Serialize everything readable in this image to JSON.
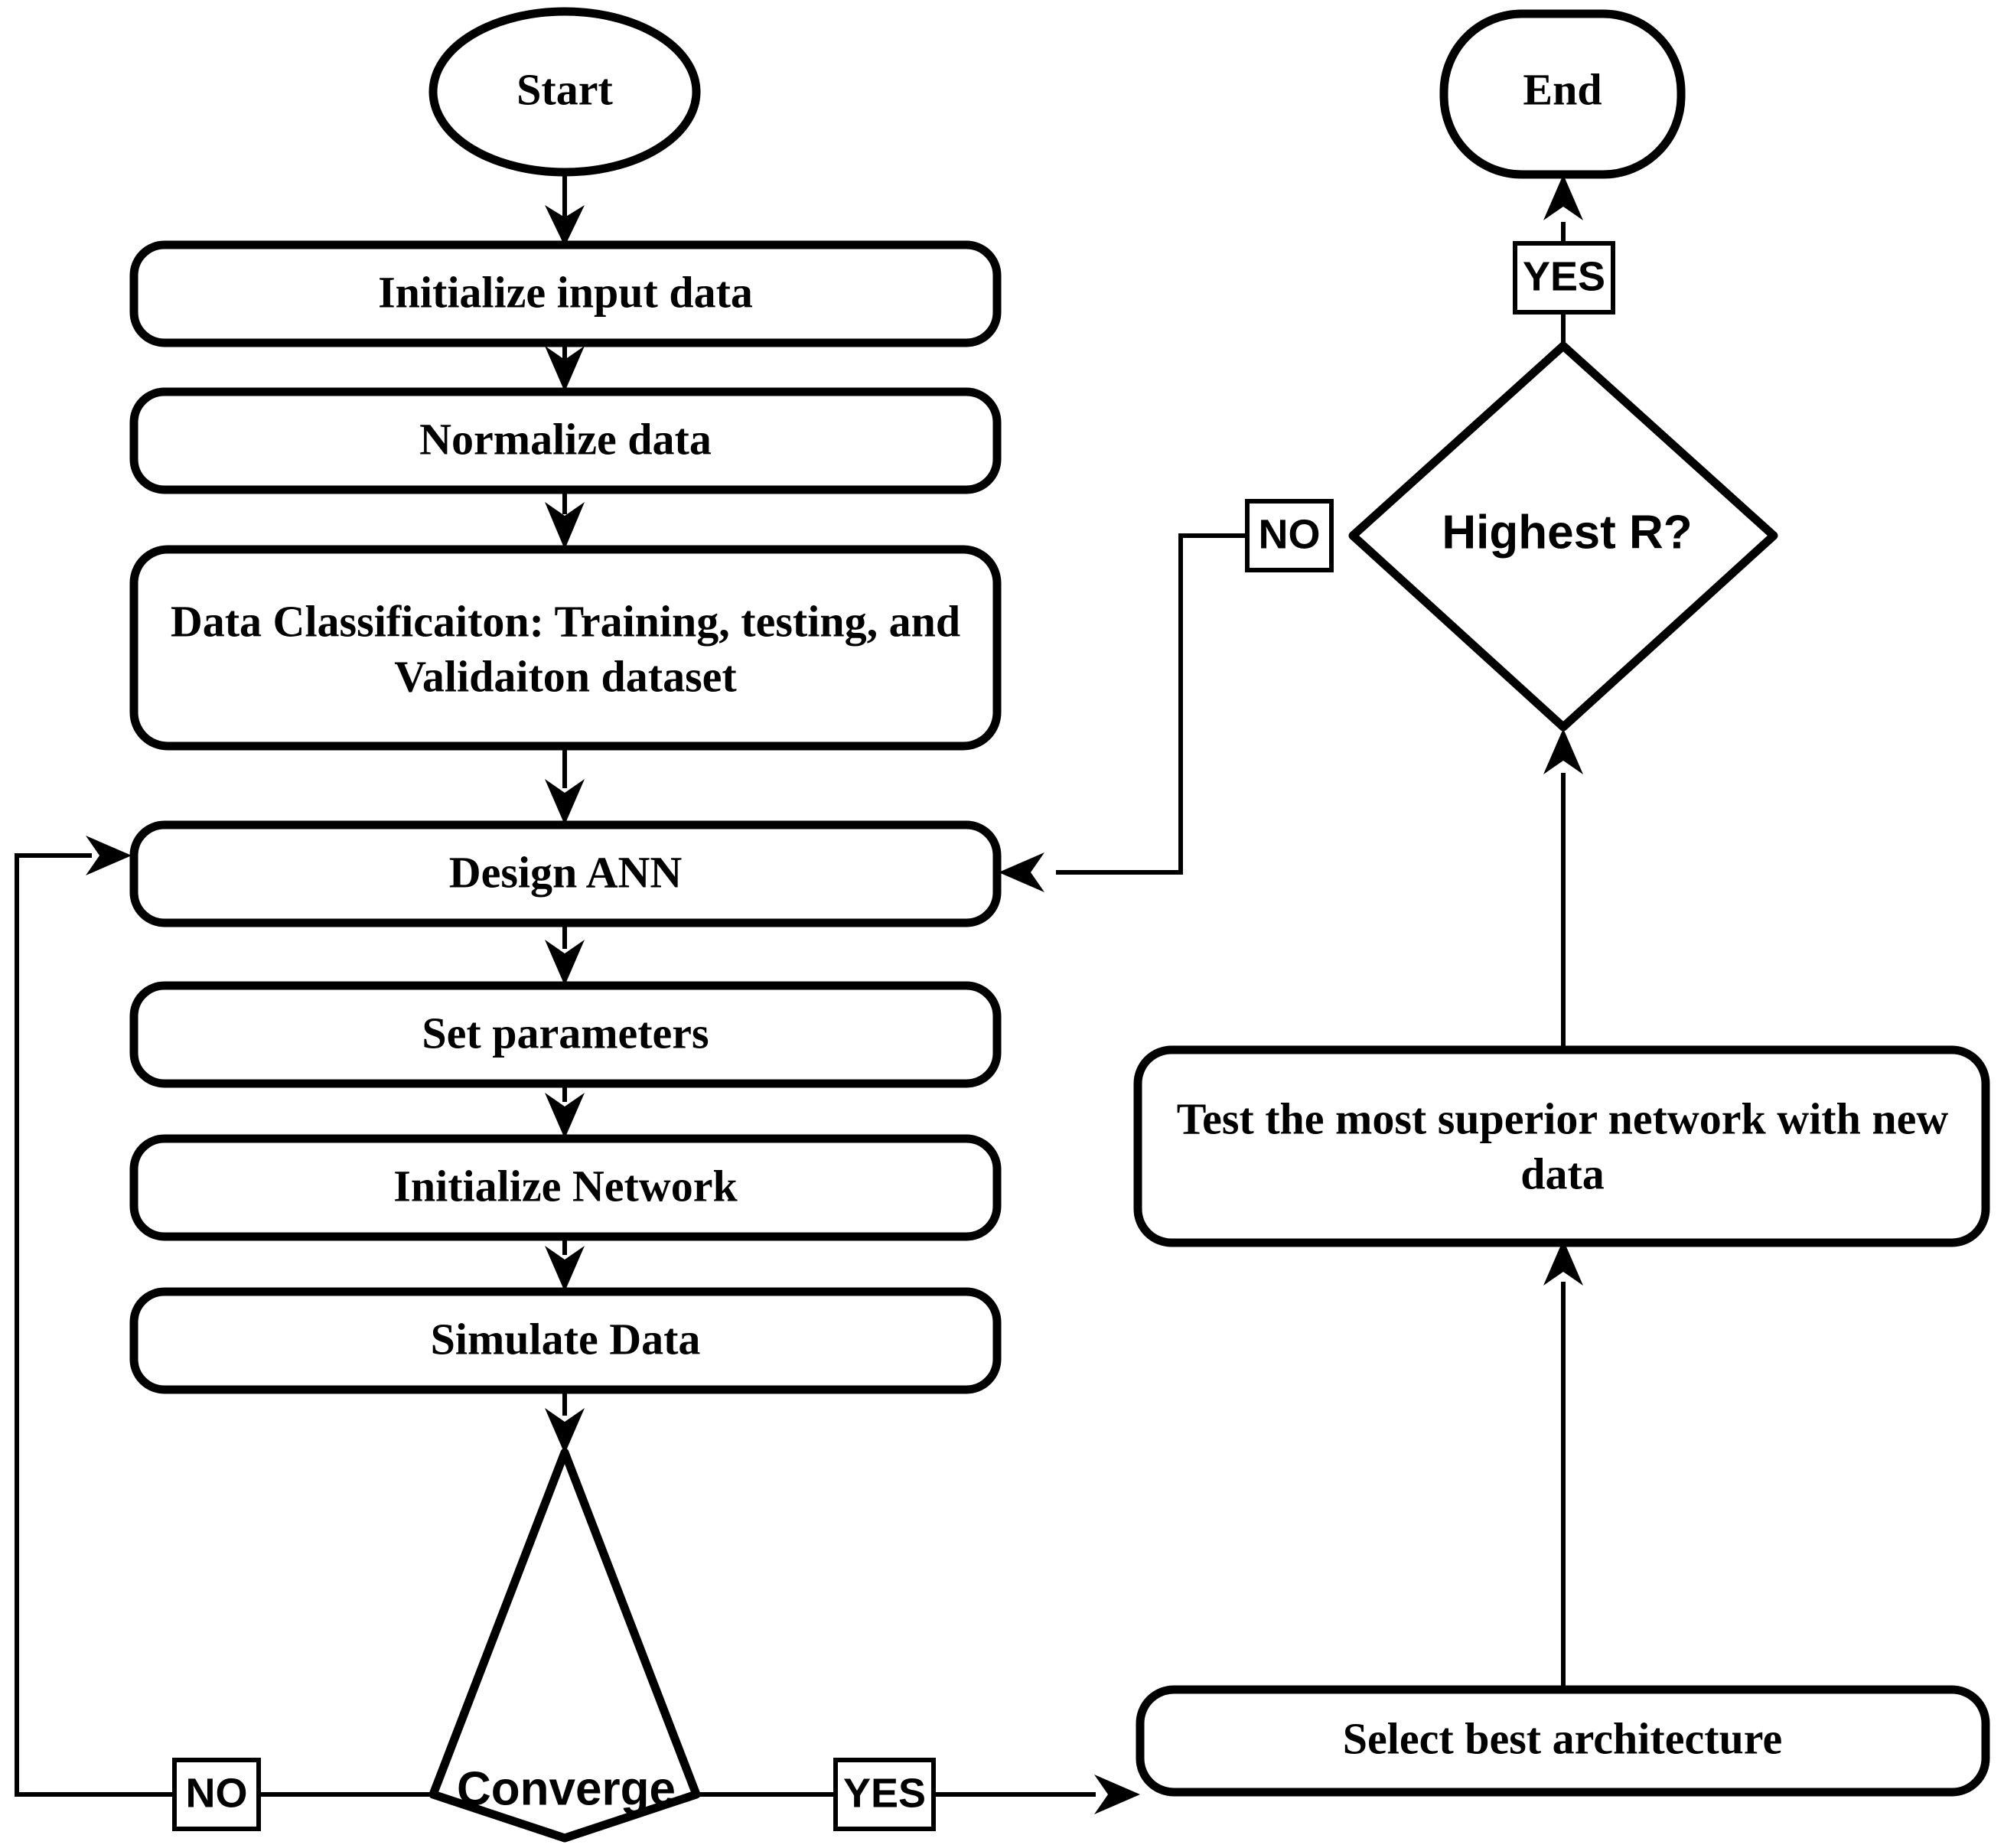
{
  "diagram": {
    "title": "ANN design and selection flowchart",
    "colors": {
      "stroke": "#000000",
      "fill": "#ffffff",
      "background": "#ffffff"
    }
  },
  "nodes": {
    "start": {
      "label": "Start",
      "shape": "ellipse"
    },
    "end": {
      "label": "End",
      "shape": "rounded-terminal"
    },
    "initialize_input_data": {
      "label": "Initialize input data",
      "shape": "rounded-rect"
    },
    "normalize_data": {
      "label": "Normalize data",
      "shape": "rounded-rect"
    },
    "data_classification": {
      "label_line1": "Data Classificaiton: Training, testing, and",
      "label_line2": "Validaiton dataset",
      "shape": "rounded-rect"
    },
    "design_ann": {
      "label": "Design ANN",
      "shape": "rounded-rect"
    },
    "set_parameters": {
      "label": "Set parameters",
      "shape": "rounded-rect"
    },
    "initialize_network": {
      "label": "Initialize Network",
      "shape": "rounded-rect"
    },
    "simulate_data": {
      "label": "Simulate Data",
      "shape": "rounded-rect"
    },
    "converge": {
      "label": "Converge",
      "shape": "diamond"
    },
    "select_best_architecture": {
      "label": "Select best architecture",
      "shape": "rounded-rect"
    },
    "test_superior_network": {
      "label_line1": "Test the most superior network with new",
      "label_line2": "data",
      "shape": "rounded-rect"
    },
    "highest_r": {
      "label": "Highest R?",
      "shape": "diamond"
    }
  },
  "edge_labels": {
    "converge_no": "NO",
    "converge_yes": "YES",
    "highest_r_no": "NO",
    "highest_r_yes": "YES"
  },
  "edges": [
    {
      "from": "start",
      "to": "initialize_input_data",
      "label": ""
    },
    {
      "from": "initialize_input_data",
      "to": "normalize_data",
      "label": ""
    },
    {
      "from": "normalize_data",
      "to": "data_classification",
      "label": ""
    },
    {
      "from": "data_classification",
      "to": "design_ann",
      "label": ""
    },
    {
      "from": "design_ann",
      "to": "set_parameters",
      "label": ""
    },
    {
      "from": "set_parameters",
      "to": "initialize_network",
      "label": ""
    },
    {
      "from": "initialize_network",
      "to": "simulate_data",
      "label": ""
    },
    {
      "from": "simulate_data",
      "to": "converge",
      "label": ""
    },
    {
      "from": "converge",
      "to": "design_ann",
      "label": "NO"
    },
    {
      "from": "converge",
      "to": "select_best_architecture",
      "label": "YES"
    },
    {
      "from": "select_best_architecture",
      "to": "test_superior_network",
      "label": ""
    },
    {
      "from": "test_superior_network",
      "to": "highest_r",
      "label": ""
    },
    {
      "from": "highest_r",
      "to": "design_ann",
      "label": "NO"
    },
    {
      "from": "highest_r",
      "to": "end",
      "label": "YES"
    }
  ]
}
